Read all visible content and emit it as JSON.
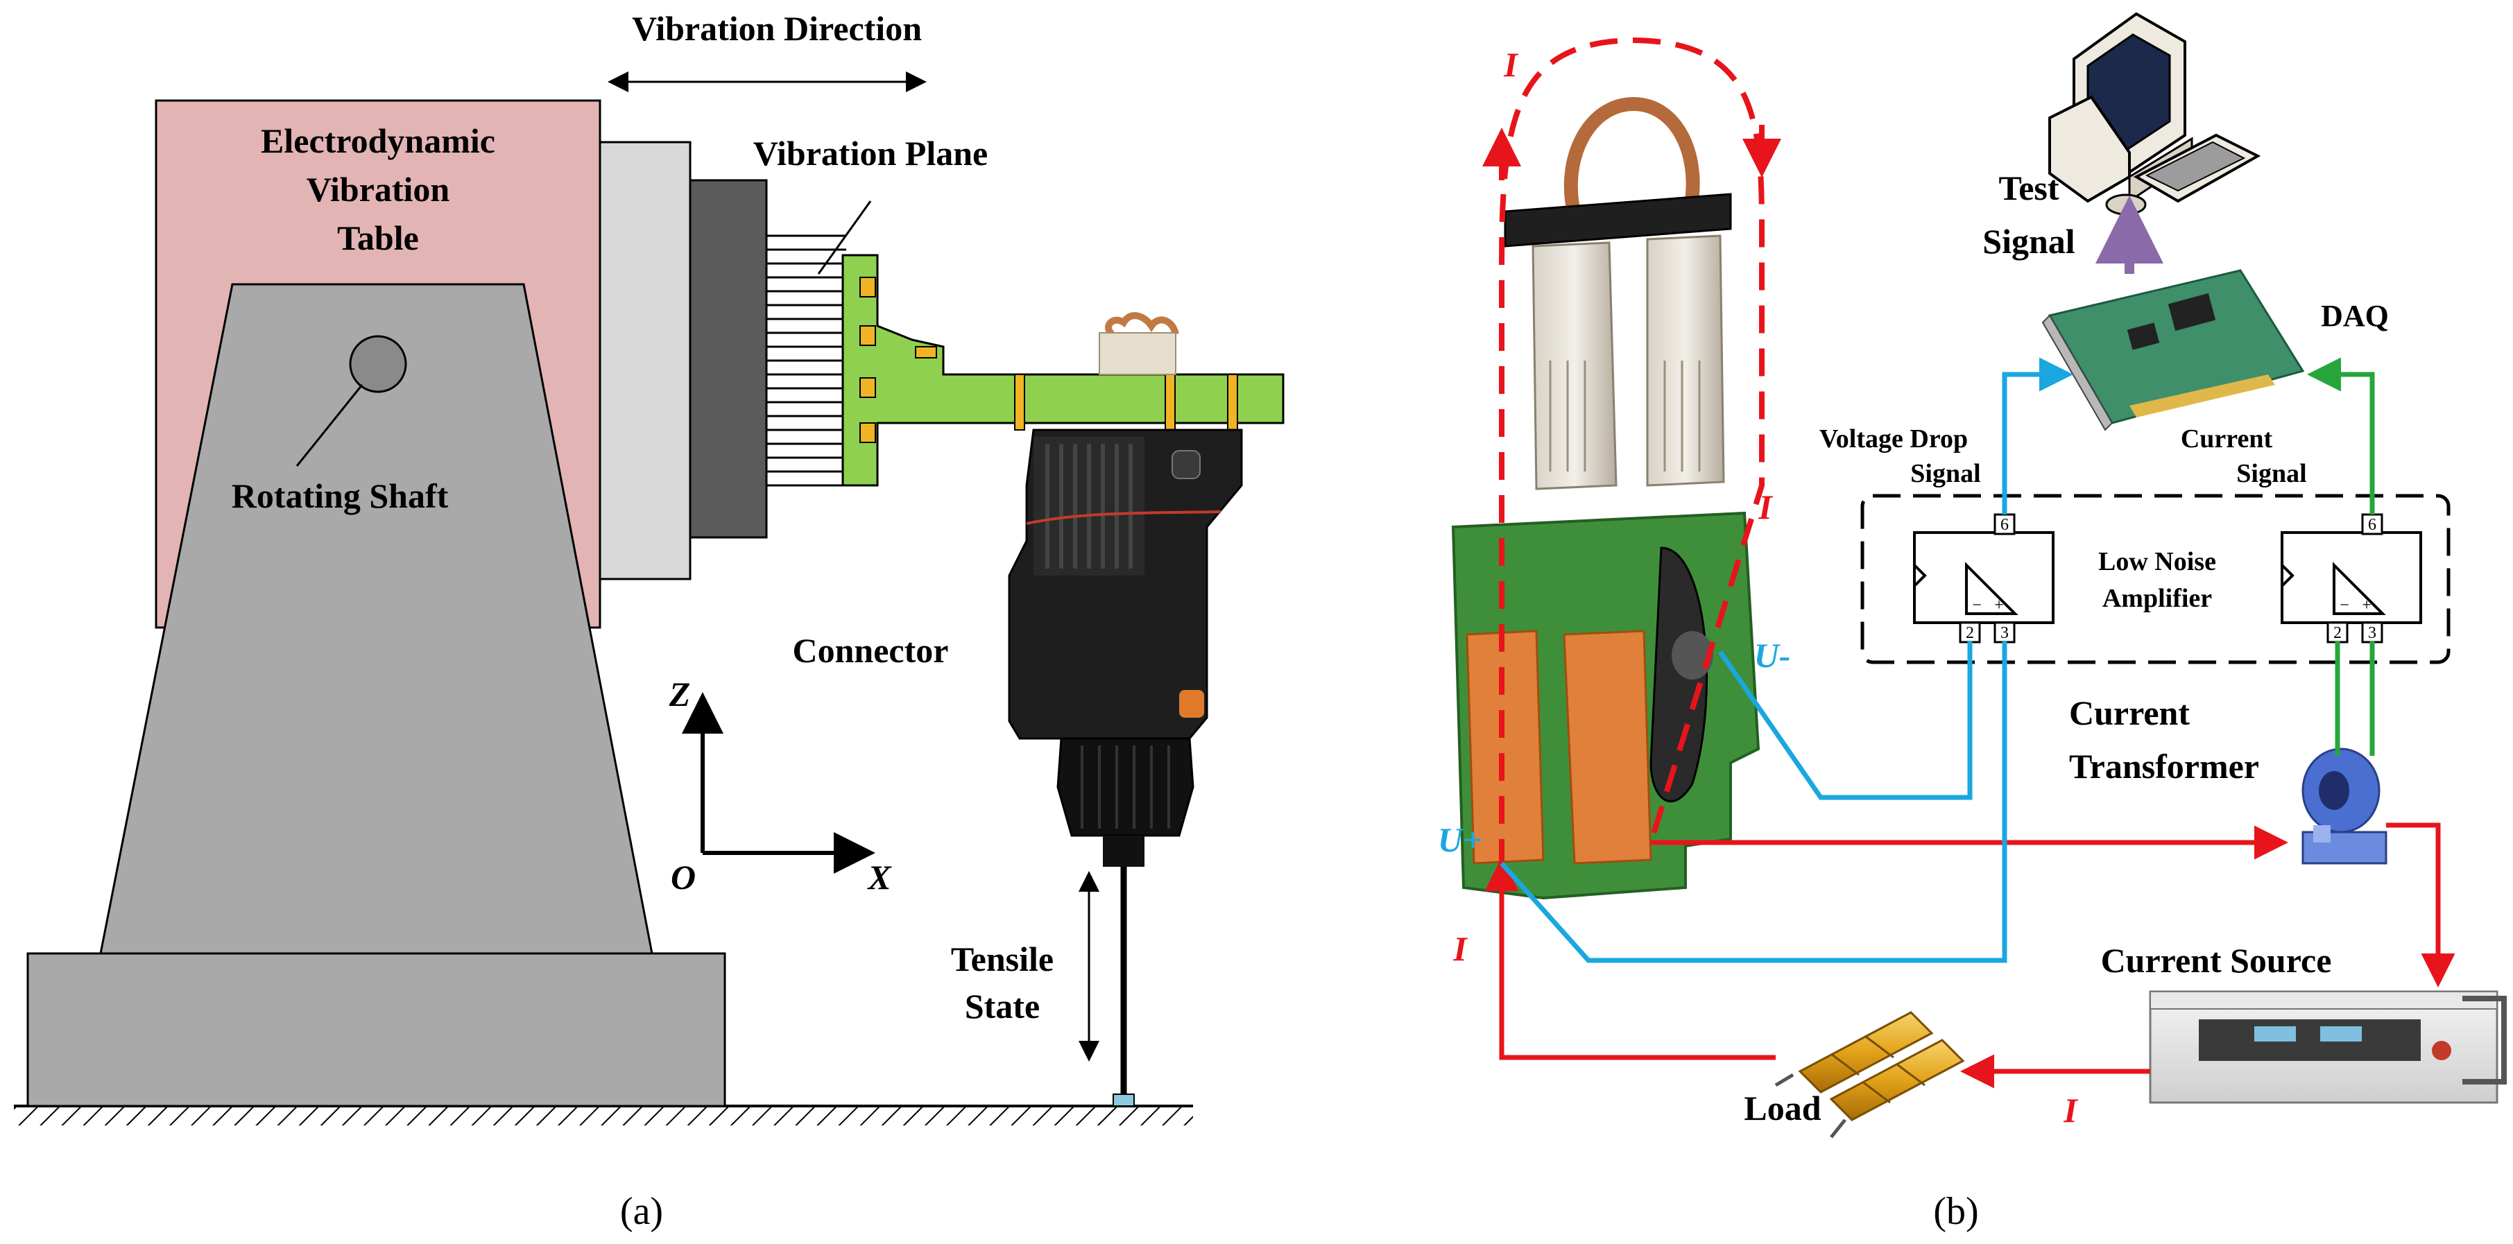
{
  "panel_a": {
    "caption": "(a)",
    "vibration_direction": "Vibration Direction",
    "table_label": [
      "Electrodynamic",
      "Vibration",
      "Table"
    ],
    "vibration_plane": "Vibration Plane",
    "rotating_shaft": "Rotating Shaft",
    "connector": "Connector",
    "axis_z": "Z",
    "axis_x": "X",
    "origin": "O",
    "tensile_state": [
      "Tensile",
      "State"
    ]
  },
  "panel_b": {
    "caption": "(b)",
    "current_label": "I",
    "u_minus": "U-",
    "u_plus": "U+",
    "test_signal": [
      "Test",
      "Signal"
    ],
    "daq": "DAQ",
    "voltage_drop_signal": [
      "Voltage Drop",
      "Signal"
    ],
    "current_signal": [
      "Current",
      "Signal"
    ],
    "low_noise_amplifier": [
      "Low Noise",
      "Amplifier"
    ],
    "current_transformer": [
      "Current",
      "Transformer"
    ],
    "current_source": "Current Source",
    "load": "Load",
    "pin_6": "6",
    "pin_2": "2",
    "pin_3": "3",
    "plus": "+",
    "minus": "−",
    "colors": {
      "current_path": "#e8141b",
      "voltage_wire": "#1aa7e0",
      "current_wire": "#26a63a"
    }
  }
}
